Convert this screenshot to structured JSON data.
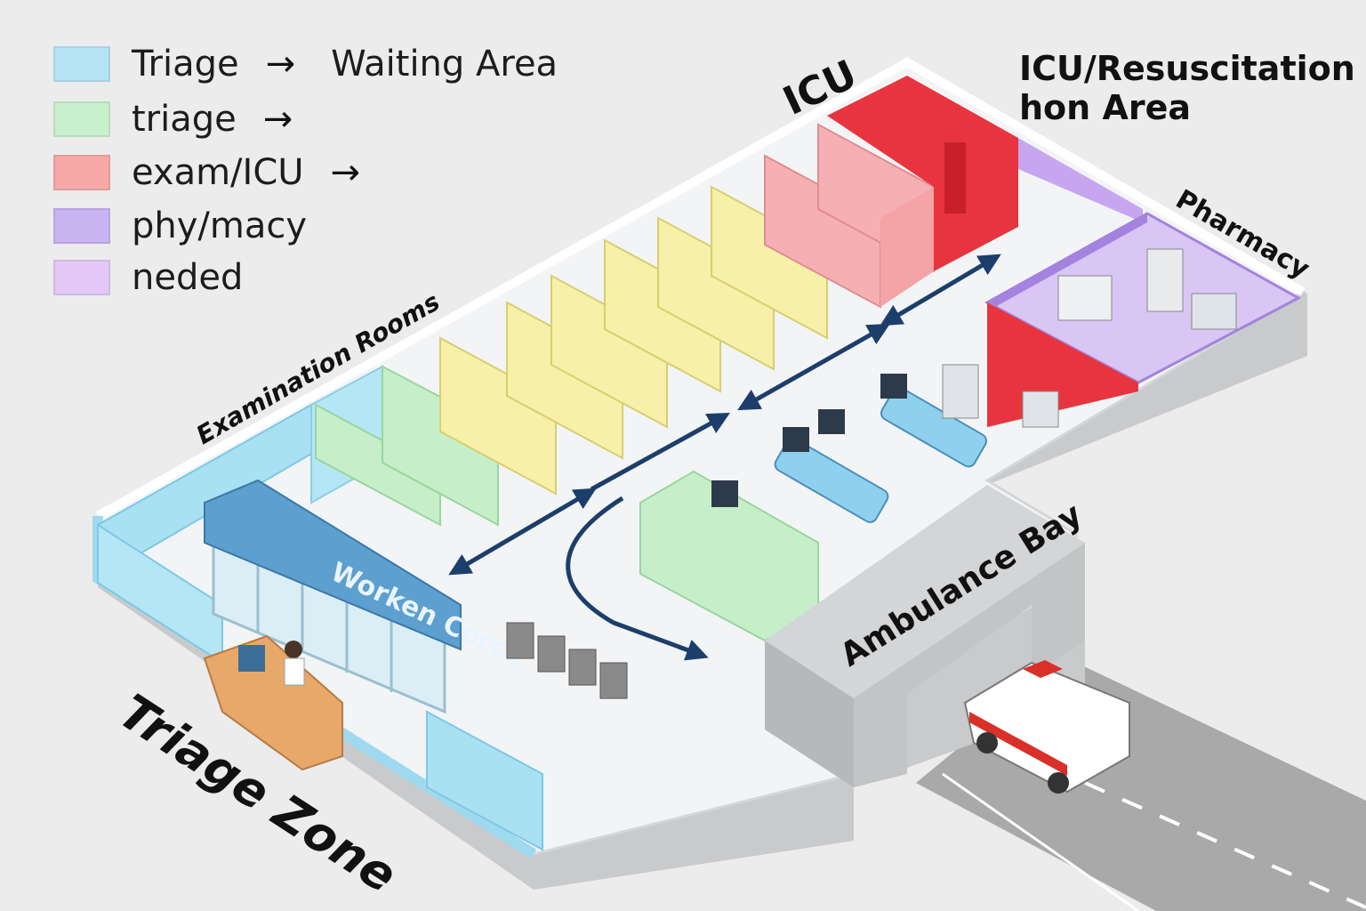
{
  "legend": {
    "items": [
      {
        "label": "Triage",
        "arrow": "→",
        "target": "Waiting Area",
        "color": "#b6e4f5"
      },
      {
        "label": "triage",
        "arrow": "→",
        "target": "",
        "color": "#c8f0cc"
      },
      {
        "label": "exam/ICU",
        "arrow": "→",
        "target": "",
        "color": "#f7a9a7"
      },
      {
        "label": "phy/macy",
        "arrow": "",
        "target": "",
        "color": "#c9b3f0"
      },
      {
        "label": "neded",
        "arrow": "",
        "target": "",
        "color": "#e3c8f7"
      }
    ]
  },
  "labels": {
    "icu": "ICU",
    "icu_resus_line1": "ICU/Resuscitation",
    "icu_resus_line2": "hon Area",
    "pharmacy": "Pharmacy",
    "exam_rooms": "Examination Rooms",
    "ambulance_bay": "Ambulance Bay",
    "triage_zone": "Triage Zone",
    "sign": "Worken Corce"
  },
  "colors": {
    "triage_blue": "#a9e0f2",
    "green": "#c6efc9",
    "yellow": "#f6f0a8",
    "pink": "#f6b0b3",
    "red": "#e8343f",
    "purple": "#c7a6ef",
    "floor": "#f1f3f5",
    "wall_top": "#ffffff",
    "wall_side": "#c9cbcd",
    "arrow": "#1c3e6a",
    "desk": "#e8a86a",
    "ambulance_red": "#d9302a",
    "road": "#a8a8a8"
  }
}
